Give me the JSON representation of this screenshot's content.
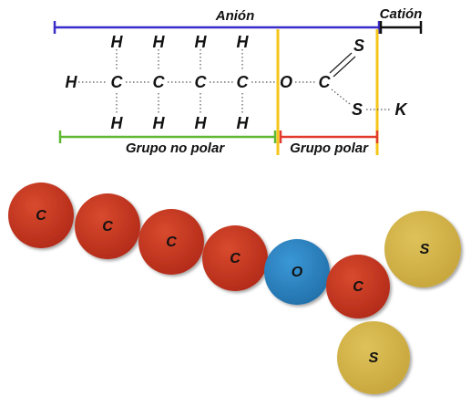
{
  "labels": {
    "anion": "Anión",
    "cation": "Catión",
    "nonpolar_group": "Grupo no polar",
    "polar_group": "Grupo polar"
  },
  "colors": {
    "anion_bracket": "#3a2cc9",
    "cation_bracket": "#111111",
    "nonpolar_bracket": "#5fb832",
    "polar_bracket": "#e23a2c",
    "divider": "#f5c518",
    "carbon_ball": "#c8331e",
    "oxygen_ball": "#2d86c4",
    "sulfur_ball": "#d6b84c"
  },
  "formula": {
    "top_h": [
      "H",
      "H",
      "H",
      "H"
    ],
    "bottom_h": [
      "H",
      "H",
      "H",
      "H"
    ],
    "chain": [
      "H",
      "C",
      "C",
      "C",
      "C",
      "O",
      "C"
    ],
    "s_double": "S",
    "s_single": "S",
    "k": "K"
  },
  "balls": {
    "carbons": [
      "C",
      "C",
      "C",
      "C",
      "C"
    ],
    "oxygen": "O",
    "sulfurs": [
      "S",
      "S"
    ]
  }
}
